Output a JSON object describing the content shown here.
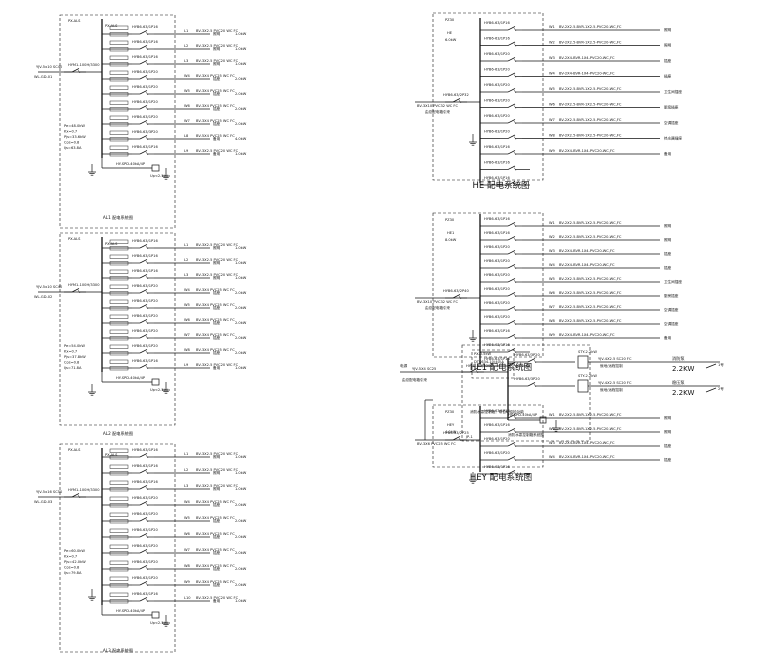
{
  "panels": {
    "left": [
      {
        "id": "panel-left-1",
        "box": "[60,15,175,230]",
        "header_code": "PX-ALS",
        "inlet_cable": "YJV-5x10 SC40",
        "inlet_note": "WL-GD-01",
        "main_breaker": "HYM1-100H/3300",
        "params": [
          "Pe=48.0kW",
          "Kx=0.7",
          "Pjs=33.6kW",
          "Cos=0.8",
          "Ijs=63.8A"
        ],
        "caption": "AL1 配电系统图",
        "rows": [
          {
            "circuit": "L1",
            "spec": "HYB6-63/1P16",
            "cable": "BV-3X2.5 PVC20 WC FC",
            "use": "照明",
            "kw": "1.0kW"
          },
          {
            "circuit": "L2",
            "spec": "HYB6-63/1P16",
            "cable": "BV-3X2.5 PVC20 WC FC",
            "use": "照明",
            "kw": "1.0kW"
          },
          {
            "circuit": "L3",
            "spec": "HYB6-63/1P16",
            "cable": "BV-3X2.5 PVC20 WC FC",
            "use": "照明",
            "kw": "1.0kW"
          },
          {
            "circuit": "W4",
            "spec": "HYB6-63/1P20",
            "cable": "BV-3X4 PVC25 WC FC",
            "use": "插座",
            "kw": "2.0kW"
          },
          {
            "circuit": "W5",
            "spec": "HYB6-63/1P20",
            "cable": "BV-3X4 PVC25 WC FC",
            "use": "插座",
            "kw": "2.0kW"
          },
          {
            "circuit": "W6",
            "spec": "HYB6-63/1P20",
            "cable": "BV-3X4 PVC25 WC FC",
            "use": "插座",
            "kw": "2.0kW"
          },
          {
            "circuit": "W7",
            "spec": "HYB6-63/1P20",
            "cable": "BV-3X4 PVC25 WC FC",
            "use": "插座",
            "kw": "2.0kW"
          },
          {
            "circuit": "L8",
            "spec": "HYB6-63/3P20",
            "cable": "BV-5X4 PVC25 WC FC",
            "use": "备用",
            "kw": "4.0kW"
          },
          {
            "circuit": "L9",
            "spec": "HYB6-63/1P16",
            "cable": "BV-3X2.5 PVC20 WC FC",
            "use": "备用",
            "kw": "1.0kW"
          }
        ],
        "spd": "HY-SPD-40kA/4P",
        "spd_note": "Up<2.5kV"
      },
      {
        "id": "panel-left-2",
        "box": "[60,230,175,430]",
        "header_code": "PX-ALS",
        "inlet_cable": "YJV-5x10 SC40",
        "inlet_note": "WL-GD-02",
        "main_breaker": "HYM1-100H/3300",
        "params": [
          "Pe=54.0kW",
          "Kx=0.7",
          "Pjs=37.8kW",
          "Cos=0.8",
          "Ijs=71.8A"
        ],
        "caption": "AL2 配电系统图",
        "rows": [
          {
            "circuit": "L1",
            "spec": "HYB6-63/1P16",
            "cable": "BV-3X2.5 PVC20 WC FC",
            "use": "照明",
            "kw": "1.0kW"
          },
          {
            "circuit": "L2",
            "spec": "HYB6-63/1P16",
            "cable": "BV-3X2.5 PVC20 WC FC",
            "use": "照明",
            "kw": "1.0kW"
          },
          {
            "circuit": "L3",
            "spec": "HYB6-63/1P16",
            "cable": "BV-3X2.5 PVC20 WC FC",
            "use": "照明",
            "kw": "1.0kW"
          },
          {
            "circuit": "W4",
            "spec": "HYB6-63/1P20",
            "cable": "BV-3X4 PVC25 WC FC",
            "use": "插座",
            "kw": "2.0kW"
          },
          {
            "circuit": "W5",
            "spec": "HYB6-63/1P20",
            "cable": "BV-3X4 PVC25 WC FC",
            "use": "插座",
            "kw": "2.0kW"
          },
          {
            "circuit": "W6",
            "spec": "HYB6-63/1P20",
            "cable": "BV-3X4 PVC25 WC FC",
            "use": "插座",
            "kw": "2.0kW"
          },
          {
            "circuit": "W7",
            "spec": "HYB6-63/1P20",
            "cable": "BV-3X4 PVC25 WC FC",
            "use": "插座",
            "kw": "2.0kW"
          },
          {
            "circuit": "W8",
            "spec": "HYB6-63/1P20",
            "cable": "BV-3X4 PVC25 WC FC",
            "use": "插座",
            "kw": "2.0kW"
          },
          {
            "circuit": "L9",
            "spec": "HYB6-63/1P16",
            "cable": "BV-3X2.5 PVC20 WC FC",
            "use": "备用",
            "kw": "1.0kW"
          }
        ],
        "spd": "HY-SPD-40kA/4P",
        "spd_note": "Up<2.5kV"
      },
      {
        "id": "panel-left-3",
        "box": "[60,440,175,655]",
        "header_code": "PX-ALS",
        "inlet_cable": "YJV-5x16 SC50",
        "inlet_note": "WL-GD-03",
        "main_breaker": "HYM1-100H/3300",
        "params": [
          "Pe=60.0kW",
          "Kx=0.7",
          "Pjs=42.0kW",
          "Cos=0.8",
          "Ijs=79.8A"
        ],
        "caption": "AL3 配电系统图",
        "rows": [
          {
            "circuit": "L1",
            "spec": "HYB6-63/1P16",
            "cable": "BV-3X2.5 PVC20 WC FC",
            "use": "照明",
            "kw": "1.0kW"
          },
          {
            "circuit": "L2",
            "spec": "HYB6-63/1P16",
            "cable": "BV-3X2.5 PVC20 WC FC",
            "use": "照明",
            "kw": "1.0kW"
          },
          {
            "circuit": "L3",
            "spec": "HYB6-63/1P16",
            "cable": "BV-3X2.5 PVC20 WC FC",
            "use": "照明",
            "kw": "1.0kW"
          },
          {
            "circuit": "W4",
            "spec": "HYB6-63/1P20",
            "cable": "BV-3X4 PVC25 WC FC",
            "use": "插座",
            "kw": "2.0kW"
          },
          {
            "circuit": "W5",
            "spec": "HYB6-63/1P20",
            "cable": "BV-3X4 PVC25 WC FC",
            "use": "插座",
            "kw": "2.0kW"
          },
          {
            "circuit": "W6",
            "spec": "HYB6-63/1P20",
            "cable": "BV-3X4 PVC25 WC FC",
            "use": "插座",
            "kw": "2.0kW"
          },
          {
            "circuit": "W7",
            "spec": "HYB6-63/1P20",
            "cable": "BV-3X4 PVC25 WC FC",
            "use": "插座",
            "kw": "2.0kW"
          },
          {
            "circuit": "W8",
            "spec": "HYB6-63/1P20",
            "cable": "BV-3X4 PVC25 WC FC",
            "use": "插座",
            "kw": "2.0kW"
          },
          {
            "circuit": "W9",
            "spec": "HYB6-63/1P20",
            "cable": "BV-3X4 PVC25 WC FC",
            "use": "插座",
            "kw": "2.0kW"
          },
          {
            "circuit": "L10",
            "spec": "HYB6-63/1P16",
            "cable": "BV-3X2.5 PVC20 WC FC",
            "use": "备用",
            "kw": "1.0kW"
          }
        ],
        "spd": "HY-SPD-40kA/4P",
        "spd_note": "Up<2.5kV"
      }
    ],
    "right": [
      {
        "id": "panel-he",
        "header_code": "PZ30",
        "panel_name": "HE",
        "panel_kw": "6.0kW",
        "main_breaker": "HYB6-63/2P32",
        "inlet_cable": "BV-3X10 PVC32 WC FC",
        "inlet_note": "由总配电箱引来",
        "caption": "HE 配电系统图",
        "rows": [
          {
            "circuit": "W1",
            "spec": "HYB6-63/1P16",
            "cable": "BV-2X2.5-BVR-1X2.5-PVC20-WC,FC",
            "use": "照明"
          },
          {
            "circuit": "W2",
            "spec": "HYB6-63/1P16",
            "cable": "BV-2X2.5-BVR-1X2.5-PVC20-WC,FC",
            "use": "照明"
          },
          {
            "circuit": "W3",
            "spec": "HYB6-63/1P20",
            "cable": "BV-2X4-BVR-1X4-PVC20-WC,FC",
            "use": "插座"
          },
          {
            "circuit": "W4",
            "spec": "HYB6-63/1P20",
            "cable": "BV-2X4-BVR-1X4-PVC20-WC,FC",
            "use": "插座"
          },
          {
            "circuit": "W5",
            "spec": "HYB6-63/1P20",
            "cable": "BV-2X2.5-BVR-1X2.5-PVC20-WC,FC",
            "use": "卫生间插座"
          },
          {
            "circuit": "W6",
            "spec": "HYB6-63/1P20",
            "cable": "BV-2X2.5-BVR-1X2.5-PVC20-WC,FC",
            "use": "厨房插座"
          },
          {
            "circuit": "W7",
            "spec": "HYB6-63/1P20",
            "cable": "BV-2X2.5-BVR-1X2.5-PVC20-WC,FC",
            "use": "空调插座"
          },
          {
            "circuit": "W8",
            "spec": "HYB6-63/1P20",
            "cable": "BV-2X2.5-BVR-1X2.5-PVC20-WC,FC",
            "use": "热水器插座"
          },
          {
            "circuit": "W9",
            "spec": "HYB6-63/1P16",
            "cable": "BV-2X4-BVR-1X4-PVC20-WC,FC",
            "use": "备用"
          }
        ],
        "extra_rows": [
          "HYB6-63/1P16",
          "HYB6-63/1P16"
        ]
      },
      {
        "id": "panel-he1",
        "header_code": "PZ30",
        "panel_name": "HE1",
        "panel_kw": "8.0kW",
        "main_breaker": "HYB6-63/2P40",
        "inlet_cable": "BV-3X10 PVC32 WC FC",
        "inlet_note": "由总配电箱引来",
        "caption": "HE1 配电系统图",
        "rows": [
          {
            "circuit": "W1",
            "spec": "HYB6-63/1P16",
            "cable": "BV-2X2.5-BVR-1X2.5-PVC20-WC,FC",
            "use": "照明"
          },
          {
            "circuit": "W2",
            "spec": "HYB6-63/1P16",
            "cable": "BV-2X2.5-BVR-1X2.5-PVC20-WC,FC",
            "use": "照明"
          },
          {
            "circuit": "W3",
            "spec": "HYB6-63/1P20",
            "cable": "BV-2X4-BVR-1X4-PVC20-WC,FC",
            "use": "插座"
          },
          {
            "circuit": "W4",
            "spec": "HYB6-63/1P20",
            "cable": "BV-2X4-BVR-1X4-PVC20-WC,FC",
            "use": "插座"
          },
          {
            "circuit": "W5",
            "spec": "HYB6-63/1P20",
            "cable": "BV-2X2.5-BVR-1X2.5-PVC20-WC,FC",
            "use": "卫生间插座"
          },
          {
            "circuit": "W6",
            "spec": "HYB6-63/1P20",
            "cable": "BV-2X2.5-BVR-1X2.5-PVC20-WC,FC",
            "use": "厨房插座"
          },
          {
            "circuit": "W7",
            "spec": "HYB6-63/1P20",
            "cable": "BV-2X2.5-BVR-1X2.5-PVC20-WC,FC",
            "use": "空调插座"
          },
          {
            "circuit": "W8",
            "spec": "HYB6-63/1P20",
            "cable": "BV-2X2.5-BVR-1X2.5-PVC20-WC,FC",
            "use": "空调插座"
          },
          {
            "circuit": "W9",
            "spec": "HYB6-63/1P16",
            "cable": "BV-2X4-BVR-1X4-PVC20-WC,FC",
            "use": "备用"
          }
        ],
        "extra_rows": [
          "HYB6-63/1P16",
          "HYB6-63/1P16"
        ]
      },
      {
        "id": "panel-hey",
        "header_code": "PZ30",
        "panel_name": "HEY",
        "panel_kw": "4.0kW",
        "main_breaker": "HYB6-63/2P25",
        "inlet_cable": "BV-3X6 PVC25 WC FC",
        "inlet_note": "",
        "caption": "HEY 配电系统图",
        "rows": [
          {
            "circuit": "W1",
            "spec": "HYB6-63/1P16",
            "cable": "BV-2X2.5-BVR-1X2.5-PVC20-WC,FC",
            "use": "照明"
          },
          {
            "circuit": "W2",
            "spec": "HYB6-63/1P16",
            "cable": "BV-2X2.5-BVR-1X2.5-PVC20-WC,FC",
            "use": "照明"
          },
          {
            "circuit": "W3",
            "spec": "HYB6-63/1P20",
            "cable": "BV-2X4-BVR-1X4-PVC20-WC,FC",
            "use": "插座"
          },
          {
            "circuit": "W4",
            "spec": "HYB6-63/1P20",
            "cable": "BV-2X4-BVR-1X4-PVC20-WC,FC",
            "use": "插座"
          }
        ],
        "extra_rows": [
          "HYB6-63/1P16"
        ]
      }
    ],
    "pump": {
      "id": "panel-pump",
      "header_code": "PX-0.5kW",
      "inlet_label": "电源",
      "inlet_cable": "YJV-5X4 SC25",
      "inlet_note": "由总配电箱引来",
      "main_breaker": "HYM1-63/3300",
      "meter": "DTS634-10(40)A",
      "branch_spec": "HYB6-63/3P20",
      "contactor": "STY-2.2kW",
      "spd": "HY-SPD-40kA/4P",
      "note": "消防水泵控制箱，带自动巡检功能",
      "caption": "消防水泵控制箱系统图",
      "sheet_ref": "JP-1",
      "outlets": [
        {
          "label": "消防泵",
          "cable": "YJV-4X2.5 SC20 FC",
          "control": "就地/远程控制",
          "kw": "2.2KW",
          "tag": "1号"
        },
        {
          "label": "稳压泵",
          "cable": "YJV-4X2.5 SC20 FC",
          "control": "就地/远程控制",
          "kw": "2.2KW",
          "tag": "2号"
        }
      ]
    }
  }
}
